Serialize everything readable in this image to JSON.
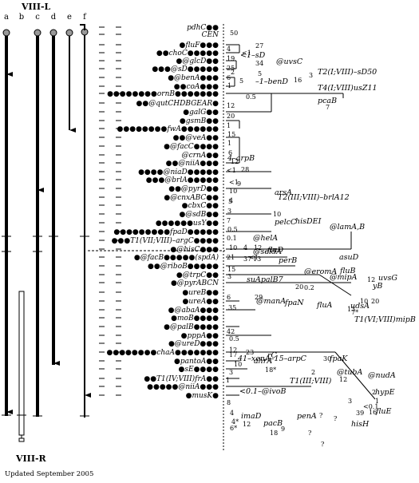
{
  "header": {
    "title": "VIII-L"
  },
  "footer": {
    "title": "VIII-R",
    "updated": "Updated September 2005"
  },
  "column_labels": [
    "a",
    "b",
    "c",
    "d",
    "e",
    "f"
  ],
  "genes": [
    "pdhC●●",
    "CEN",
    "●fluF●●●",
    "●●choC●●●●●",
    "●@glcD●●",
    "●●●@sD●●●●●",
    "●@benA●●●",
    "●●coA●●●",
    "●●●●●●●●ornB●●●●●●●",
    "●●@qutCHDBGEAR●",
    "●galG●●",
    "●gsmB●●",
    "●●●●●●●●fwA●●●●●●",
    "●●@veA●●",
    "●@facC●●●●",
    "@crnA●●",
    "●●@niiA●●●",
    "●●●●@niaD●●●●●",
    "●●●@brlA●●●●●",
    "●●@pyrD●●",
    "●@cnxABC●●",
    "●cbxC●●",
    "●@sdB●●",
    "●●●●●●usY●●",
    "●●●●●●●●●fpaD●●●●●",
    "●●●T1(VII;VIII)–argC●●●●",
    "●@hisC●●●",
    "●@facB●●●●●(spdA)",
    "●●@riboB●●●●●",
    "●@trpC●●",
    "●@pyrABCN",
    "●ureB●●",
    "●ureA●●",
    "●@abaA●●●",
    "●moB●●●●",
    "●@palB●●●●",
    "●pppA●●",
    "●@ureD●●●",
    "●●●●●●●●chaA●●●●●●●",
    "●pantoA●●",
    "●sE●●●●",
    "●●T1(IV;VIII)frA●●",
    "●●●●●@niiA●●●",
    "●musK●"
  ],
  "distances": [
    "50",
    "27",
    "4",
    "<1",
    "19",
    "34",
    "25",
    "2",
    "6",
    "5",
    "1",
    "16",
    "3",
    "5",
    "0.5",
    "12",
    "7",
    "20",
    "1",
    "15",
    "1",
    "6",
    "12",
    "<1",
    "28",
    "<1",
    "9",
    "10",
    "4",
    "3",
    "5",
    "10",
    "7",
    "0.5",
    "0.1",
    "10",
    "4",
    "12",
    "<1",
    "21",
    "37",
    "13",
    "15",
    "3",
    "20",
    "0.2",
    "12",
    "20",
    "10",
    "6",
    "29",
    "35",
    "13",
    "7*",
    "42",
    "0.5",
    "12",
    "17",
    "23",
    "10",
    "3",
    "18*",
    "30",
    "12",
    "1",
    "2",
    "3",
    "<0.1",
    "8",
    "4",
    "4*",
    "6*",
    "12",
    "18",
    "9",
    "?",
    "?",
    "?",
    "2",
    "1",
    "16",
    "39",
    "?"
  ],
  "annotations": [
    "<1–sD",
    "@uvsC",
    "T2(I;VIII)–sD50",
    "–1–benD",
    "T4(I;VIII)usZ11",
    "pcaB",
    "4–arpB",
    "arsA",
    "T2(III;VIII)–brlA12",
    "pelcC",
    "@helA",
    "hisDEI",
    "@lamA,B",
    "asuD",
    "fluD",
    "perB",
    "@seldA",
    "@eromA",
    "fluB",
    "@mipA",
    "uvsG",
    "yB",
    "udsA",
    "suApalB7",
    "@manA",
    "fpaN",
    "fluA",
    "T1(VI;VIII)mipB",
    "41–xenA–15–arpC",
    "rC",
    "ahrA",
    "fpaK",
    "@tubA",
    "@nudA",
    "T1(III;VIII)",
    "<0.1–@ivoB",
    "hypE",
    "fluE",
    "hisH",
    "imaD",
    "pacB",
    "penA"
  ]
}
